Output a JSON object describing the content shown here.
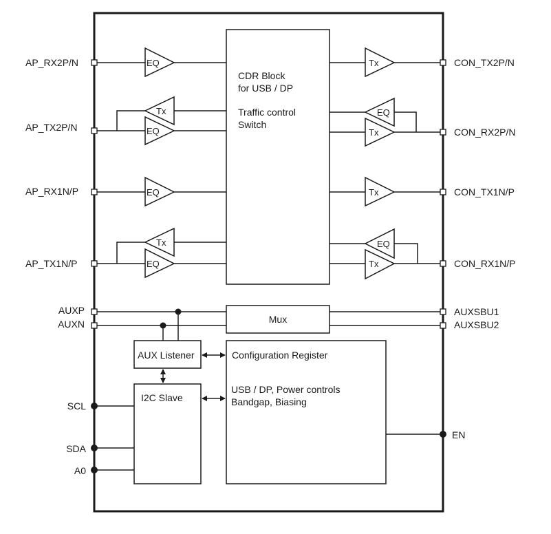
{
  "pins_left": {
    "ap_rx2": "AP_RX2P/N",
    "ap_tx2": "AP_TX2P/N",
    "ap_rx1": "AP_RX1N/P",
    "ap_tx1": "AP_TX1N/P",
    "auxp": "AUXP",
    "auxn": "AUXN",
    "scl": "SCL",
    "sda": "SDA",
    "a0": "A0"
  },
  "pins_right": {
    "con_tx2": "CON_TX2P/N",
    "con_rx2": "CON_RX2P/N",
    "con_tx1": "CON_TX1N/P",
    "con_rx1": "CON_RX1N/P",
    "auxsbu1": "AUXSBU1",
    "auxsbu2": "AUXSBU2",
    "en": "EN"
  },
  "cdr_block": {
    "line1": "CDR Block",
    "line2": "for USB / DP",
    "line3": "Traffic control",
    "line4": "Switch"
  },
  "mux": {
    "label": "Mux"
  },
  "aux_listener": {
    "label": "AUX Listener"
  },
  "i2c_slave": {
    "label": "I2C Slave"
  },
  "config_register": {
    "title": "Configuration Register",
    "line1": "USB / DP, Power controls",
    "line2": "Bandgap, Biasing"
  },
  "amplifiers": {
    "eq": "EQ",
    "tx": "Tx"
  }
}
